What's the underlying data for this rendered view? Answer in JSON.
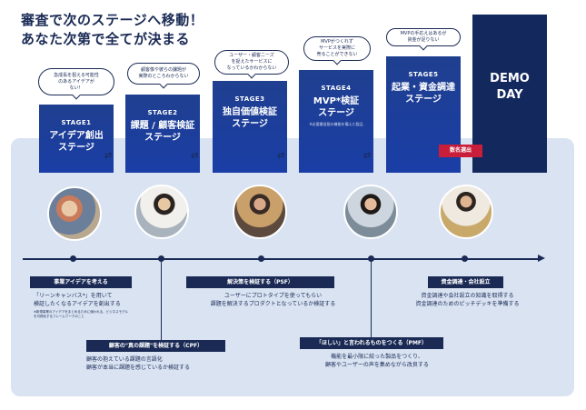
{
  "heading": {
    "line1": "審査で次のステージへ移動！",
    "line2": "あなた次第で全てが決まる"
  },
  "stages": [
    {
      "num": "STAGE1",
      "title": "アイデア創出\nステージ",
      "bubble": "急成長を狙える可能性\nのあるアイデアが\nない！"
    },
    {
      "num": "STAGE2",
      "title": "課題 / 顧客検証\nステージ",
      "bubble": "顧客像や彼らの課題が\n実際のところわからない"
    },
    {
      "num": "STAGE3",
      "title": "独自価値検証\nステージ",
      "bubble": "ユーザー・顧客ニーズ\nを捉えたサービスに\nなっているかわからない"
    },
    {
      "num": "STAGE4",
      "title": "MVP*検証\nステージ",
      "sub": "※必要最低限の機能を備えた製品",
      "bubble": "MVPがつくれず\nサービスを実際に\n売ることができない"
    },
    {
      "num": "STAGE5",
      "title": "起業・資金調達\nステージ",
      "bubble": "MVPの手応えはあるが\n資金が足りない"
    }
  ],
  "demo_day": "DEMO\nDAY",
  "badge": "数名選出",
  "milestones": [
    {
      "label": "事業アイデアを考える",
      "desc": "「リーンキャンバス*」を用いて\n検証したくなるアイデアを創出する",
      "note": "※新規事業のアイデアをまとめるために使われる、ビジネスモデル\nを可視化するフレームワークのこと"
    },
    {
      "label": "顧客の\"真の課題\"を検証する（CPF）",
      "desc": "顧客の抱えている課題の言語化\n顧客が本当に課題を感じているか検証する"
    },
    {
      "label": "解決策を検証する（PSF）",
      "desc": "ユーザーにプロトタイプを使ってもらい\n課題を解決するプロダクトとなっているか検証する"
    },
    {
      "label": "「ほしい」と言われるものをつくる（PMF）",
      "desc": "機能を最小限に絞った製品をつくり、\n顧客やユーザーの声を集めながら改良する"
    },
    {
      "label": "資金調達・会社設立",
      "desc": "資金調達や会社設立の知識を取得する\n資金調達のためのピッチデッキを準備する"
    }
  ],
  "colors": {
    "navy": "#1a2a55",
    "stage_blue": "#1a3ea6",
    "demo": "#13285d",
    "badge": "#c81e3a",
    "panel": "#d9e3f2"
  }
}
